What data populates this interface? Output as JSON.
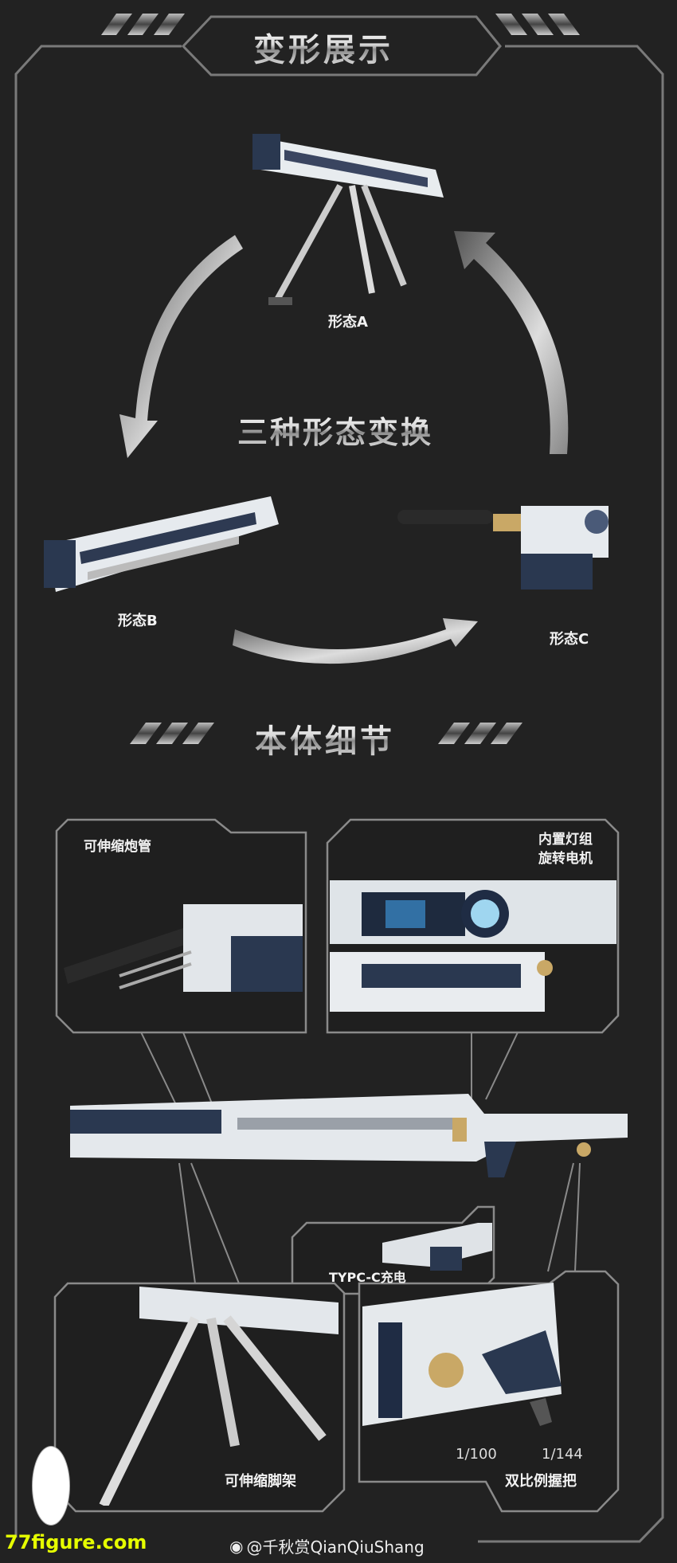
{
  "section1": {
    "title": "变形展示",
    "center_label": "三种形态变换",
    "forms": [
      {
        "label": "形态A"
      },
      {
        "label": "形态B"
      },
      {
        "label": "形态C"
      }
    ]
  },
  "section2": {
    "title": "本体细节",
    "details": [
      {
        "label": "可伸缩炮管"
      },
      {
        "label_line1": "内置灯组",
        "label_line2": "旋转电机"
      },
      {
        "label": "TYPC-C充电"
      },
      {
        "label": "可伸缩脚架"
      },
      {
        "label": "双比例握把",
        "scales": [
          "1/100",
          "1/144"
        ]
      }
    ]
  },
  "footer": {
    "weibo": "@千秋赏QianQiuShang",
    "watermark": "77figure.com"
  },
  "colors": {
    "background": "#222222",
    "frame": "#7a7a7a",
    "watermark": "#e6ff00"
  }
}
